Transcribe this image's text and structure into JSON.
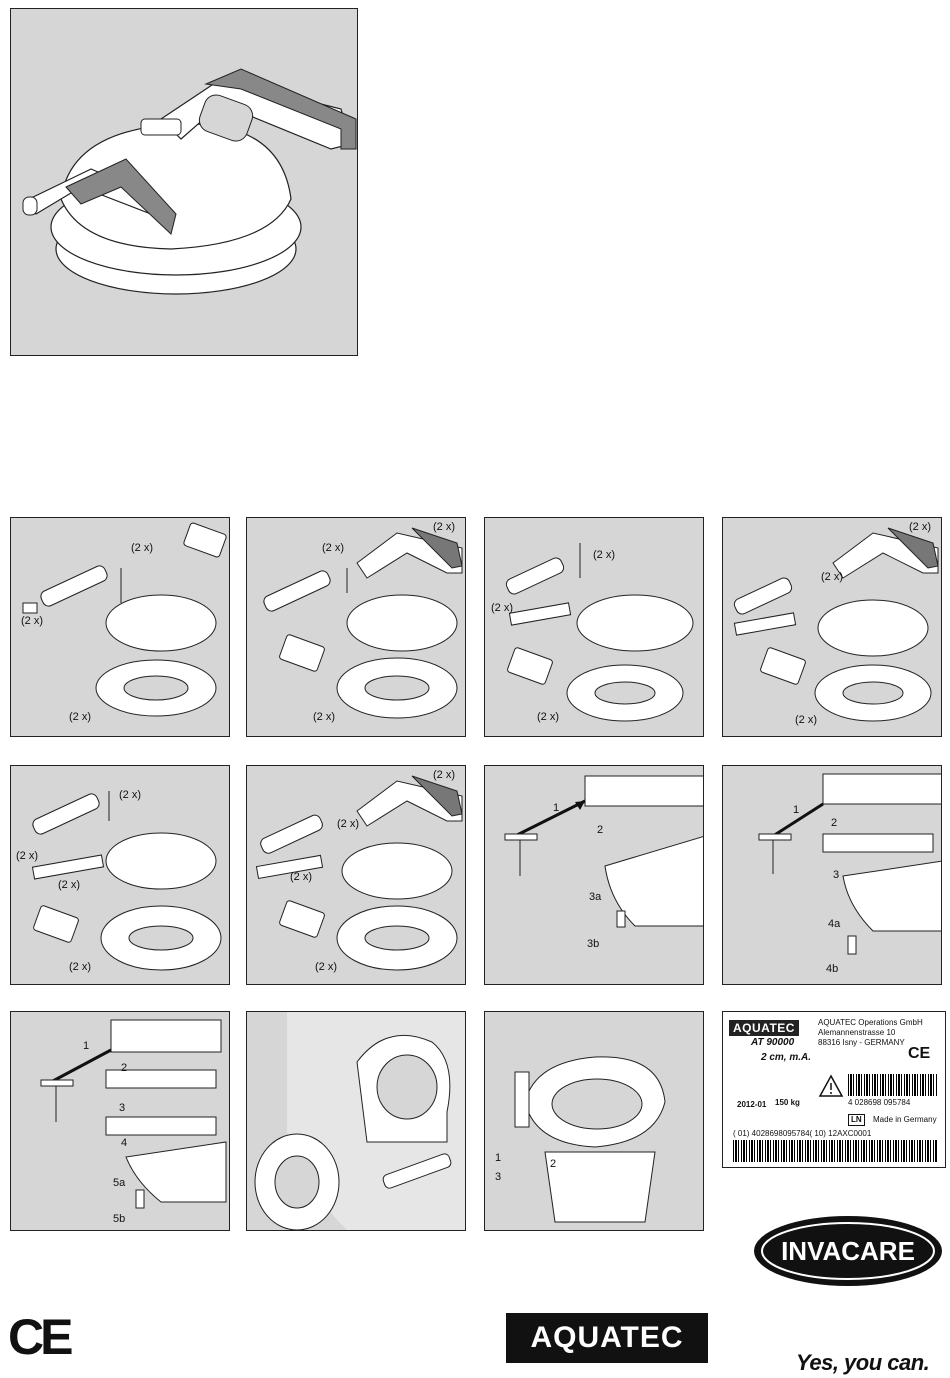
{
  "hero": {
    "name": "toilet-seat-raiser-with-armrests"
  },
  "panels": [
    {
      "id": "p1",
      "labels": [
        "(2 x)",
        "(2 x)",
        "(2 x)"
      ]
    },
    {
      "id": "p2",
      "labels": [
        "(2 x)",
        "(2 x)",
        "(2 x)"
      ]
    },
    {
      "id": "p3",
      "labels": [
        "(2 x)",
        "(2 x)",
        "(2 x)"
      ]
    },
    {
      "id": "p4",
      "labels": [
        "(2 x)",
        "(2 x)",
        "(2 x)"
      ]
    },
    {
      "id": "p5",
      "labels": [
        "(2 x)",
        "(2 x)",
        "(2 x)",
        "(2 x)"
      ]
    },
    {
      "id": "p6",
      "labels": [
        "(2 x)",
        "(2 x)",
        "(2 x)",
        "(2 x)"
      ]
    },
    {
      "id": "p7",
      "steps": [
        "1",
        "2",
        "3a",
        "3b"
      ]
    },
    {
      "id": "p8",
      "steps": [
        "1",
        "2",
        "3",
        "4a",
        "4b"
      ]
    },
    {
      "id": "p9",
      "steps": [
        "1",
        "2",
        "3",
        "4",
        "5a",
        "5b"
      ]
    },
    {
      "id": "p10",
      "steps": []
    },
    {
      "id": "p11",
      "steps": [
        "1",
        "2",
        "3"
      ]
    }
  ],
  "product_label": {
    "brand": "AQUATEC",
    "model": "AT 90000",
    "spec": "2 cm, m.A.",
    "company": "AQUATEC Operations GmbH",
    "street": "Alemannenstrasse 10",
    "city": "88316 Isny - GERMANY",
    "ce": "CE",
    "date": "2012-01",
    "weight": "150 kg",
    "ean": "4 028698 095784",
    "ln": "LN",
    "made_in": "Made in Germany",
    "code": "( 01) 4028698095784( 10) 12AXC0001"
  },
  "footer": {
    "ce_mark": "CE",
    "aquatec_logo": "AQUATEC",
    "invacare_logo": "INVACARE",
    "tagline": "Yes, you can."
  }
}
